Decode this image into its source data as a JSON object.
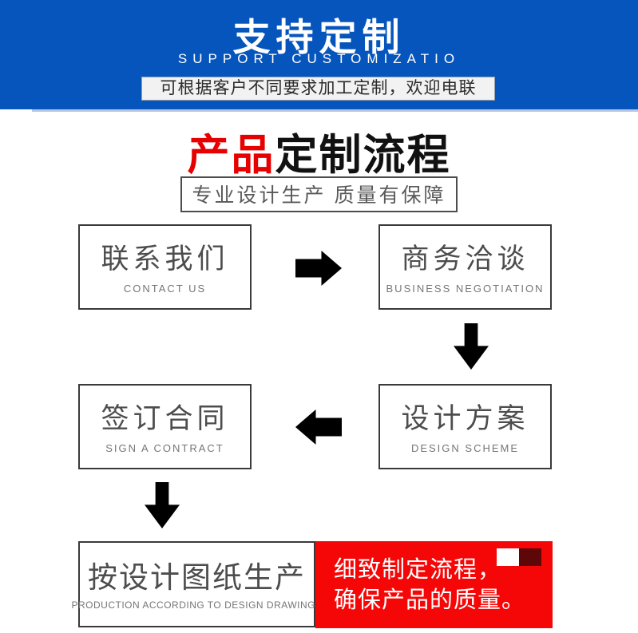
{
  "banner": {
    "title": "支持定制",
    "subtitle": "SUPPORT CUSTOMIZATIO",
    "tagline": "可根据客户不同要求加工定制，欢迎电联",
    "bg_color": "#0655bd"
  },
  "section": {
    "title_highlight": "产品",
    "title_rest": "定制流程",
    "highlight_color": "#e60000",
    "subtitle": "专业设计生产 质量有保障"
  },
  "flow": {
    "steps": [
      {
        "zh": "联系我们",
        "en": "CONTACT US"
      },
      {
        "zh": "商务洽谈",
        "en": "BUSINESS NEGOTIATION"
      },
      {
        "zh": "设计方案",
        "en": "DESIGN SCHEME"
      },
      {
        "zh": "签订合同",
        "en": "SIGN A CONTRACT"
      },
      {
        "zh": "按设计图纸生产",
        "en": "PRODUCTION ACCORDING TO DESIGN DRAWINGS"
      }
    ],
    "note": {
      "line1": "细致制定流程，",
      "line2": "确保产品的质量。",
      "bg_color": "#f60707",
      "accent_dark": "#5e0708"
    }
  }
}
